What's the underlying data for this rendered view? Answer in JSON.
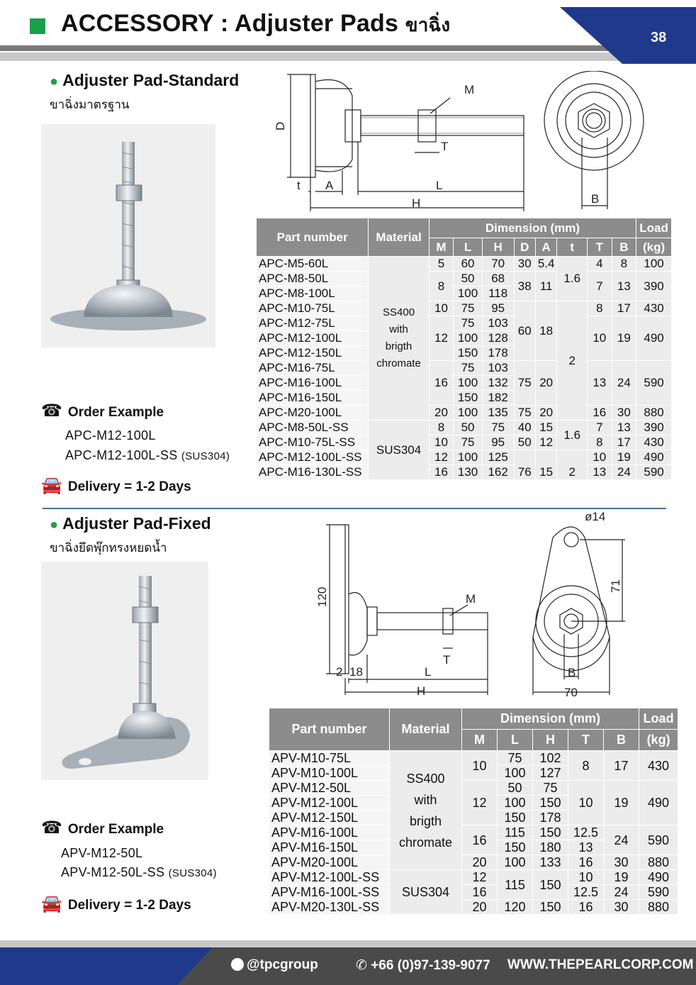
{
  "header": {
    "title": "ACCESSORY : Adjuster Pads",
    "title_thai": "ขาฉิ่ง",
    "page_number": "38"
  },
  "standard": {
    "title": "Adjuster Pad-Standard",
    "subtitle": "ขาฉิ่งมาตรฐาน",
    "order_heading": "Order Example",
    "order_line1": "APC-M12-100L",
    "order_line2": "APC-M12-100L-SS",
    "order_line2_note": "(SUS304)",
    "delivery": "Delivery  = 1-2 Days",
    "drawing_labels": {
      "D": "D",
      "M": "M",
      "T": "T",
      "t": "t",
      "A": "A",
      "L": "L",
      "H": "H",
      "B": "B"
    },
    "table": {
      "head": {
        "part": "Part number",
        "material": "Material",
        "dimension": "Dimension (mm)",
        "load": "Load",
        "load_unit": "(kg)",
        "cols": [
          "M",
          "L",
          "H",
          "D",
          "A",
          "t",
          "T",
          "B"
        ]
      },
      "parts": [
        "APC-M5-60L",
        "APC-M8-50L",
        "APC-M8-100L",
        "APC-M10-75L",
        "APC-M12-75L",
        "APC-M12-100L",
        "APC-M12-150L",
        "APC-M16-75L",
        "APC-M16-100L",
        "APC-M16-150L",
        "APC-M20-100L",
        "APC-M8-50L-SS",
        "APC-M10-75L-SS",
        "APC-M12-100L-SS",
        "APC-M16-130L-SS"
      ],
      "material_ss400": [
        "SS400",
        "with",
        "brigth",
        "chromate"
      ],
      "material_sus": "SUS304",
      "M": [
        "5",
        "8",
        "10",
        "12",
        "16",
        "20",
        "8",
        "10",
        "12",
        "16"
      ],
      "L": [
        "60",
        "50",
        "100",
        "75",
        "75",
        "100",
        "150",
        "75",
        "100",
        "150",
        "100",
        "50",
        "75",
        "100",
        "130"
      ],
      "H": [
        "70",
        "68",
        "118",
        "95",
        "103",
        "128",
        "178",
        "103",
        "132",
        "182",
        "135",
        "75",
        "95",
        "125",
        "162"
      ],
      "D": [
        "30",
        "38",
        "60",
        "75",
        "75",
        "40",
        "50",
        "76"
      ],
      "A": [
        "5.4",
        "11",
        "18",
        "20",
        "20",
        "15",
        "12",
        "15"
      ],
      "t": [
        "1.6",
        "2",
        "1.6",
        "2"
      ],
      "T": [
        "4",
        "7",
        "8",
        "10",
        "13",
        "16",
        "7",
        "8",
        "10",
        "13"
      ],
      "B": [
        "8",
        "13",
        "17",
        "19",
        "24",
        "30",
        "13",
        "17",
        "19",
        "24"
      ],
      "load": [
        "100",
        "390",
        "430",
        "490",
        "590",
        "880",
        "390",
        "430",
        "490",
        "590"
      ]
    }
  },
  "fixed": {
    "title": "Adjuster Pad-Fixed",
    "subtitle": "ขาฉิ่งยึดพุ๊กทรงหยดน้ำ",
    "order_heading": "Order Example",
    "order_line1": "APV-M12-50L",
    "order_line2": "APV-M12-50L-SS",
    "order_line2_note": "(SUS304)",
    "delivery": "Delivery  = 1-2 Days",
    "drawing_labels": {
      "phi": "ø14",
      "d120": "120",
      "d71": "71",
      "M": "M",
      "T": "T",
      "d2": "2",
      "d18": "18",
      "L": "L",
      "H": "H",
      "B": "B",
      "d70": "70"
    },
    "table": {
      "head": {
        "part": "Part number",
        "material": "Material",
        "dimension": "Dimension (mm)",
        "load": "Load",
        "load_unit": "(kg)",
        "cols": [
          "M",
          "L",
          "H",
          "T",
          "B"
        ]
      },
      "parts": [
        "APV-M10-75L",
        "APV-M10-100L",
        "APV-M12-50L",
        "APV-M12-100L",
        "APV-M12-150L",
        "APV-M16-100L",
        "APV-M16-150L",
        "APV-M20-100L",
        "APV-M12-100L-SS",
        "APV-M16-100L-SS",
        "APV-M20-130L-SS"
      ],
      "material_ss400": [
        "SS400",
        "with",
        "brigth",
        "chromate"
      ],
      "material_sus": "SUS304",
      "M": [
        "10",
        "12",
        "16",
        "20",
        "12",
        "16",
        "20"
      ],
      "L": [
        "75",
        "100",
        "50",
        "100",
        "150",
        "115",
        "150",
        "100",
        "115",
        "120"
      ],
      "H": [
        "102",
        "127",
        "75",
        "150",
        "178",
        "150",
        "180",
        "133",
        "150",
        "150"
      ],
      "T": [
        "8",
        "10",
        "12.5",
        "13",
        "16",
        "10",
        "12.5",
        "16"
      ],
      "B": [
        "17",
        "19",
        "24",
        "30",
        "19",
        "24",
        "30"
      ],
      "load": [
        "430",
        "490",
        "590",
        "880",
        "490",
        "590",
        "880"
      ]
    }
  },
  "footer": {
    "line": "@tpcgroup",
    "phone": "+66 (0)97-139-9077",
    "website": "WWW.THEPEARLCORP.COM"
  },
  "colors": {
    "accent_green": "#19a04a",
    "navy": "#1f3a8a",
    "table_header": "#8c8c8c"
  }
}
